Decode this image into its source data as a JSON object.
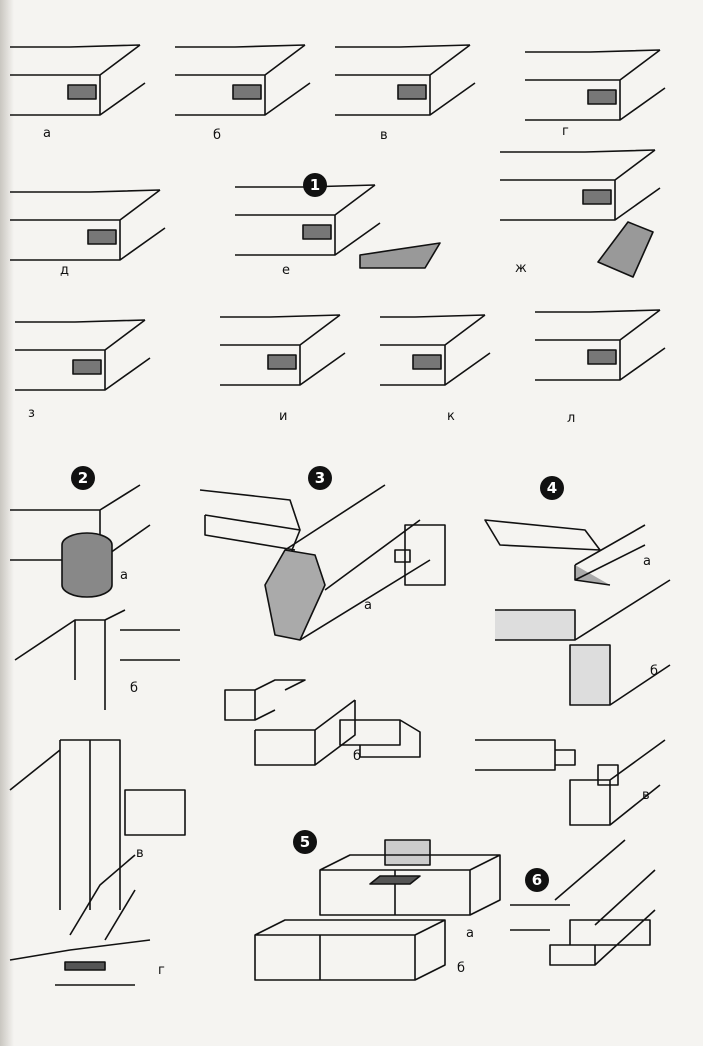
{
  "group1": {
    "number": "1",
    "labels": [
      "а",
      "б",
      "в",
      "г",
      "д",
      "е",
      "ж",
      "з",
      "и",
      "к",
      "л"
    ]
  },
  "group2": {
    "number": "2",
    "labels": [
      "а",
      "б",
      "в",
      "г"
    ]
  },
  "group3": {
    "number": "3",
    "labels": [
      "а",
      "б"
    ]
  },
  "group4": {
    "number": "4",
    "labels": [
      "а",
      "б",
      "в"
    ]
  },
  "group5": {
    "number": "5",
    "labels": [
      "а",
      "б"
    ]
  },
  "group6": {
    "number": "6"
  },
  "colors": {
    "ink": "#111111",
    "paper": "#f5f4f1"
  }
}
